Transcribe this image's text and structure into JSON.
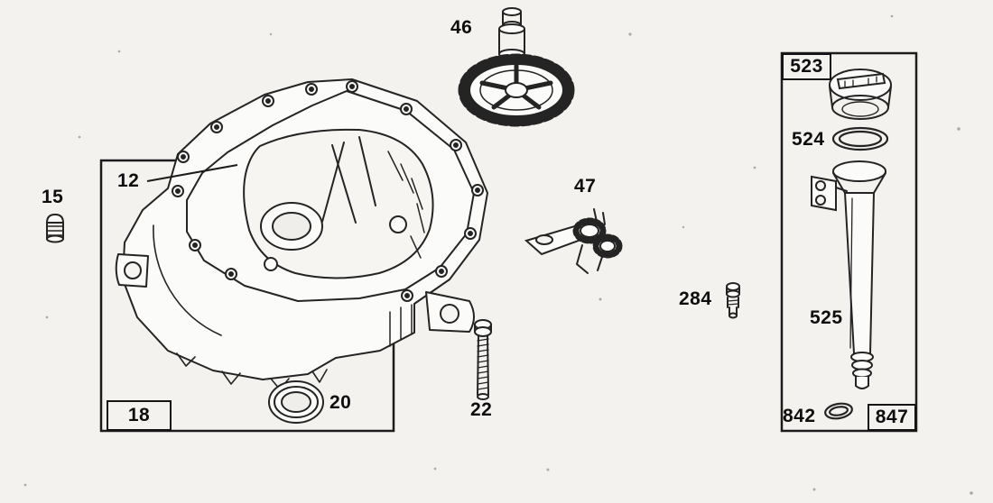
{
  "diagram": {
    "kind": "exploded-parts-diagram",
    "background_color": "#f3f2ef",
    "line_color": "#1f1f1f"
  },
  "labels": {
    "part_12": "12",
    "part_15": "15",
    "part_18": "18",
    "part_20": "20",
    "part_22": "22",
    "part_46": "46",
    "part_47": "47",
    "part_284": "284",
    "part_523": "523",
    "part_524": "524",
    "part_525": "525",
    "part_842": "842",
    "part_847": "847"
  }
}
